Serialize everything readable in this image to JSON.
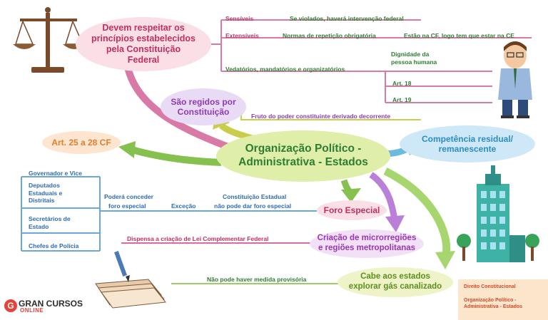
{
  "nodes": {
    "central": "Organização Político - Administrativa - Estados",
    "principios": "Devem respeitar os princípios estabelecidos pela Constituição Federal",
    "regidos": "São regidos por Constituição",
    "artigos": "Art. 25 a 28 CF",
    "competencia": "Competência residual/ remanescente",
    "foro": "Foro Especial",
    "microrregioes": "Criação de microrregiões e regiões metropolitanas",
    "gas": "Cabe aos estados explorar gás canalizado"
  },
  "principios_branch": {
    "sensiveis": "Sensíveis",
    "sensiveis_desc": "Se violados, haverá intervenção federal",
    "extensiveis": "Extensíveis",
    "extensiveis_desc": "Normas de repetição obrigatória",
    "extensiveis_note": "Estão na CF, logo tem que estar na CE",
    "vedatorios": "Vedatórios, mandatórios e organizatórios",
    "dignidade_1": "Dignidade da",
    "dignidade_2": "pessoa humana",
    "art18": "Art. 18",
    "art19": "Art. 19"
  },
  "regidos_branch": {
    "fruto": "Fruto do poder constituinte derivado decorrente"
  },
  "foro_branch": {
    "cargos": [
      "Governador e Vice",
      "Deputados Estaduais e Distritais",
      "Secretários de Estado",
      "Chefes de Polícia"
    ],
    "podera_1": "Poderá conceder",
    "podera_2": "foro especial",
    "excecao": "Exceção",
    "constituicao_1": "Constituição Estadual",
    "constituicao_2": "não pode dar foro especial"
  },
  "micro_branch": {
    "dispensa": "Dispensa a criação de Lei Complementar Federal"
  },
  "gas_branch": {
    "medida": "Não pode haver medida provisória"
  },
  "brand": {
    "logo_main": "GRAN CURSOS",
    "logo_sub": "ONLINE",
    "box_title": "Direito Constitucional",
    "box_subtitle": "Organização Político - Administrativa - Estados"
  },
  "colors": {
    "green": "#2e7d33",
    "pink": "#c0305a",
    "purple": "#8d3bb3",
    "orange": "#e2802e",
    "blue": "#2a8cc8",
    "brand_red": "#e5433a"
  }
}
